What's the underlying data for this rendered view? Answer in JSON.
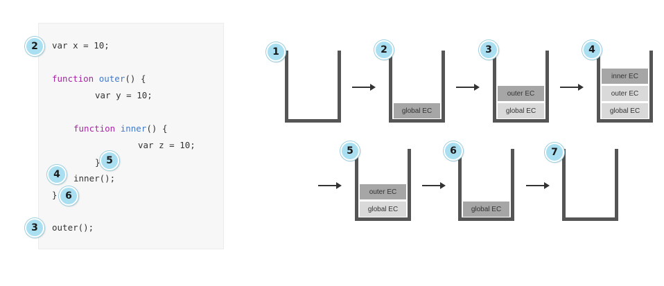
{
  "code": {
    "lines": [
      {
        "badge": "2",
        "parts": [
          {
            "t": "var x = 10;",
            "c": ""
          }
        ]
      },
      {
        "badge": "",
        "parts": [
          {
            "t": "function ",
            "c": "kw"
          },
          {
            "t": "outer",
            "c": "fn"
          },
          {
            "t": "() {",
            "c": ""
          }
        ]
      },
      {
        "badge": "",
        "parts": [
          {
            "t": "var y = 10;",
            "c": ""
          }
        ]
      },
      {
        "badge": "",
        "parts": [
          {
            "t": "function ",
            "c": "kw"
          },
          {
            "t": "inner",
            "c": "fn"
          },
          {
            "t": "() {",
            "c": ""
          }
        ]
      },
      {
        "badge": "",
        "parts": [
          {
            "t": "var z = 10;",
            "c": ""
          }
        ]
      },
      {
        "badge": "5",
        "parts": [
          {
            "t": "}",
            "c": ""
          }
        ]
      },
      {
        "badge": "4",
        "parts": [
          {
            "t": "inner();",
            "c": ""
          }
        ]
      },
      {
        "badge": "6",
        "parts": [
          {
            "t": "}",
            "c": ""
          }
        ]
      },
      {
        "badge": "3",
        "parts": [
          {
            "t": "outer();",
            "c": ""
          }
        ]
      }
    ]
  },
  "stacks": [
    {
      "step": "1",
      "frames": []
    },
    {
      "step": "2",
      "frames": [
        "global EC"
      ]
    },
    {
      "step": "3",
      "frames": [
        "outer EC",
        "global EC"
      ]
    },
    {
      "step": "4",
      "frames": [
        "inner EC",
        "outer EC",
        "global EC"
      ]
    },
    {
      "step": "5",
      "frames": [
        "outer EC",
        "global EC"
      ]
    },
    {
      "step": "6",
      "frames": [
        "global EC"
      ]
    },
    {
      "step": "7",
      "frames": []
    }
  ],
  "colors": {
    "frame_top": "#a6a6a6",
    "frame_lower": "#d9d9d9",
    "badge": "#a9dff0",
    "wall": "#555555"
  },
  "icons": {
    "arrow": "right-arrow-icon"
  }
}
